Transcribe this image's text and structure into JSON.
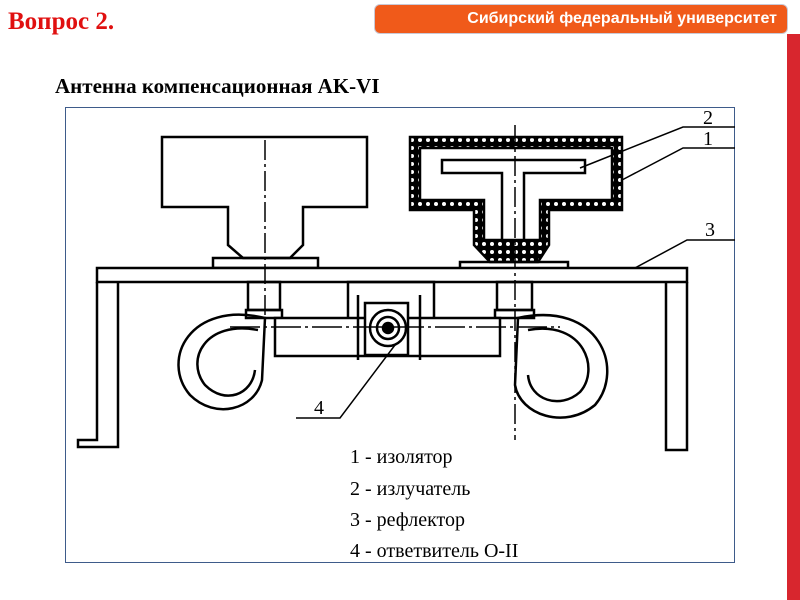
{
  "header": {
    "university": "Сибирский федеральный университет"
  },
  "slide": {
    "title": "Вопрос 2.",
    "subtitle": "Антенна компенсационная AK-VI"
  },
  "diagram": {
    "callouts": [
      "1",
      "2",
      "3",
      "4"
    ],
    "legend": [
      "1 - изолятор",
      "2 - излучатель",
      "3 - рефлектор",
      "4 - ответвитель О-II"
    ]
  },
  "colors": {
    "accent": "#f05a1a",
    "sidebar": "#d8262e",
    "title": "#e01010"
  }
}
